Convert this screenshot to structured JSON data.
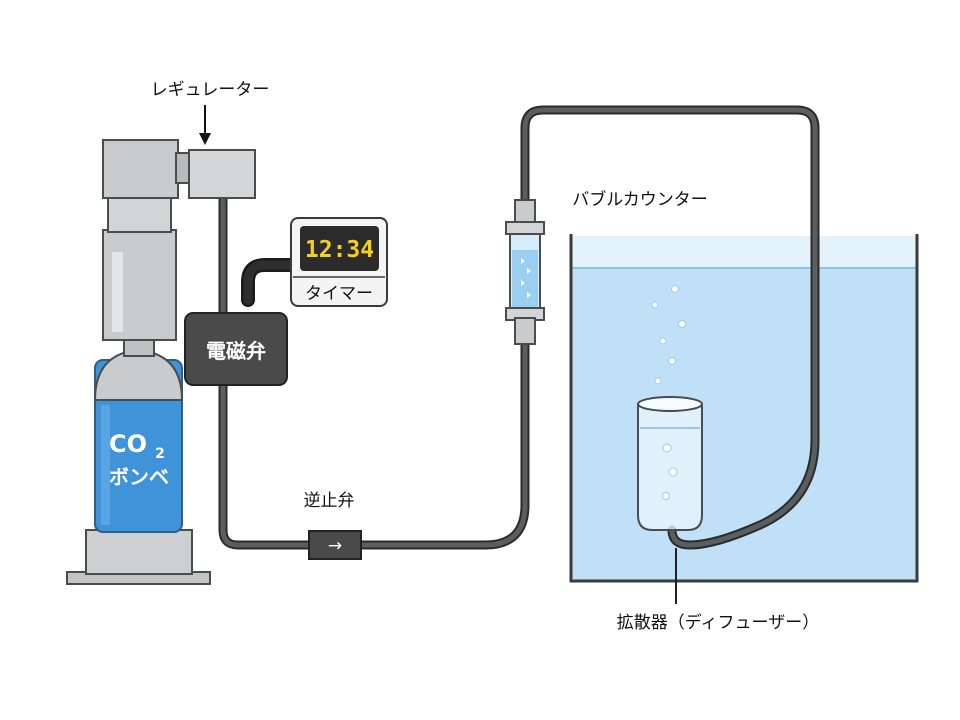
{
  "labels": {
    "regulator": "レギュレーター",
    "timer_time": "12:34",
    "timer": "タイマー",
    "solenoid": "電磁弁",
    "cylinder_co": "CO",
    "cylinder_sub": "2",
    "cylinder_name": "ボンベ",
    "check_valve": "逆止弁",
    "check_arrow": "→",
    "bubble_counter": "バブルカウンター",
    "diffuser": "拡散器（ディフューザー）"
  },
  "colors": {
    "tube": "#505456",
    "metal": "#c9cbcc",
    "metal_stroke": "#4a4c4e",
    "cylinder": "#3f93d9",
    "solenoid": "#4a4a4a",
    "water": "#bfe0f6",
    "water_surface": "#a9d3f0",
    "timer_digits": "#f4d21c"
  }
}
